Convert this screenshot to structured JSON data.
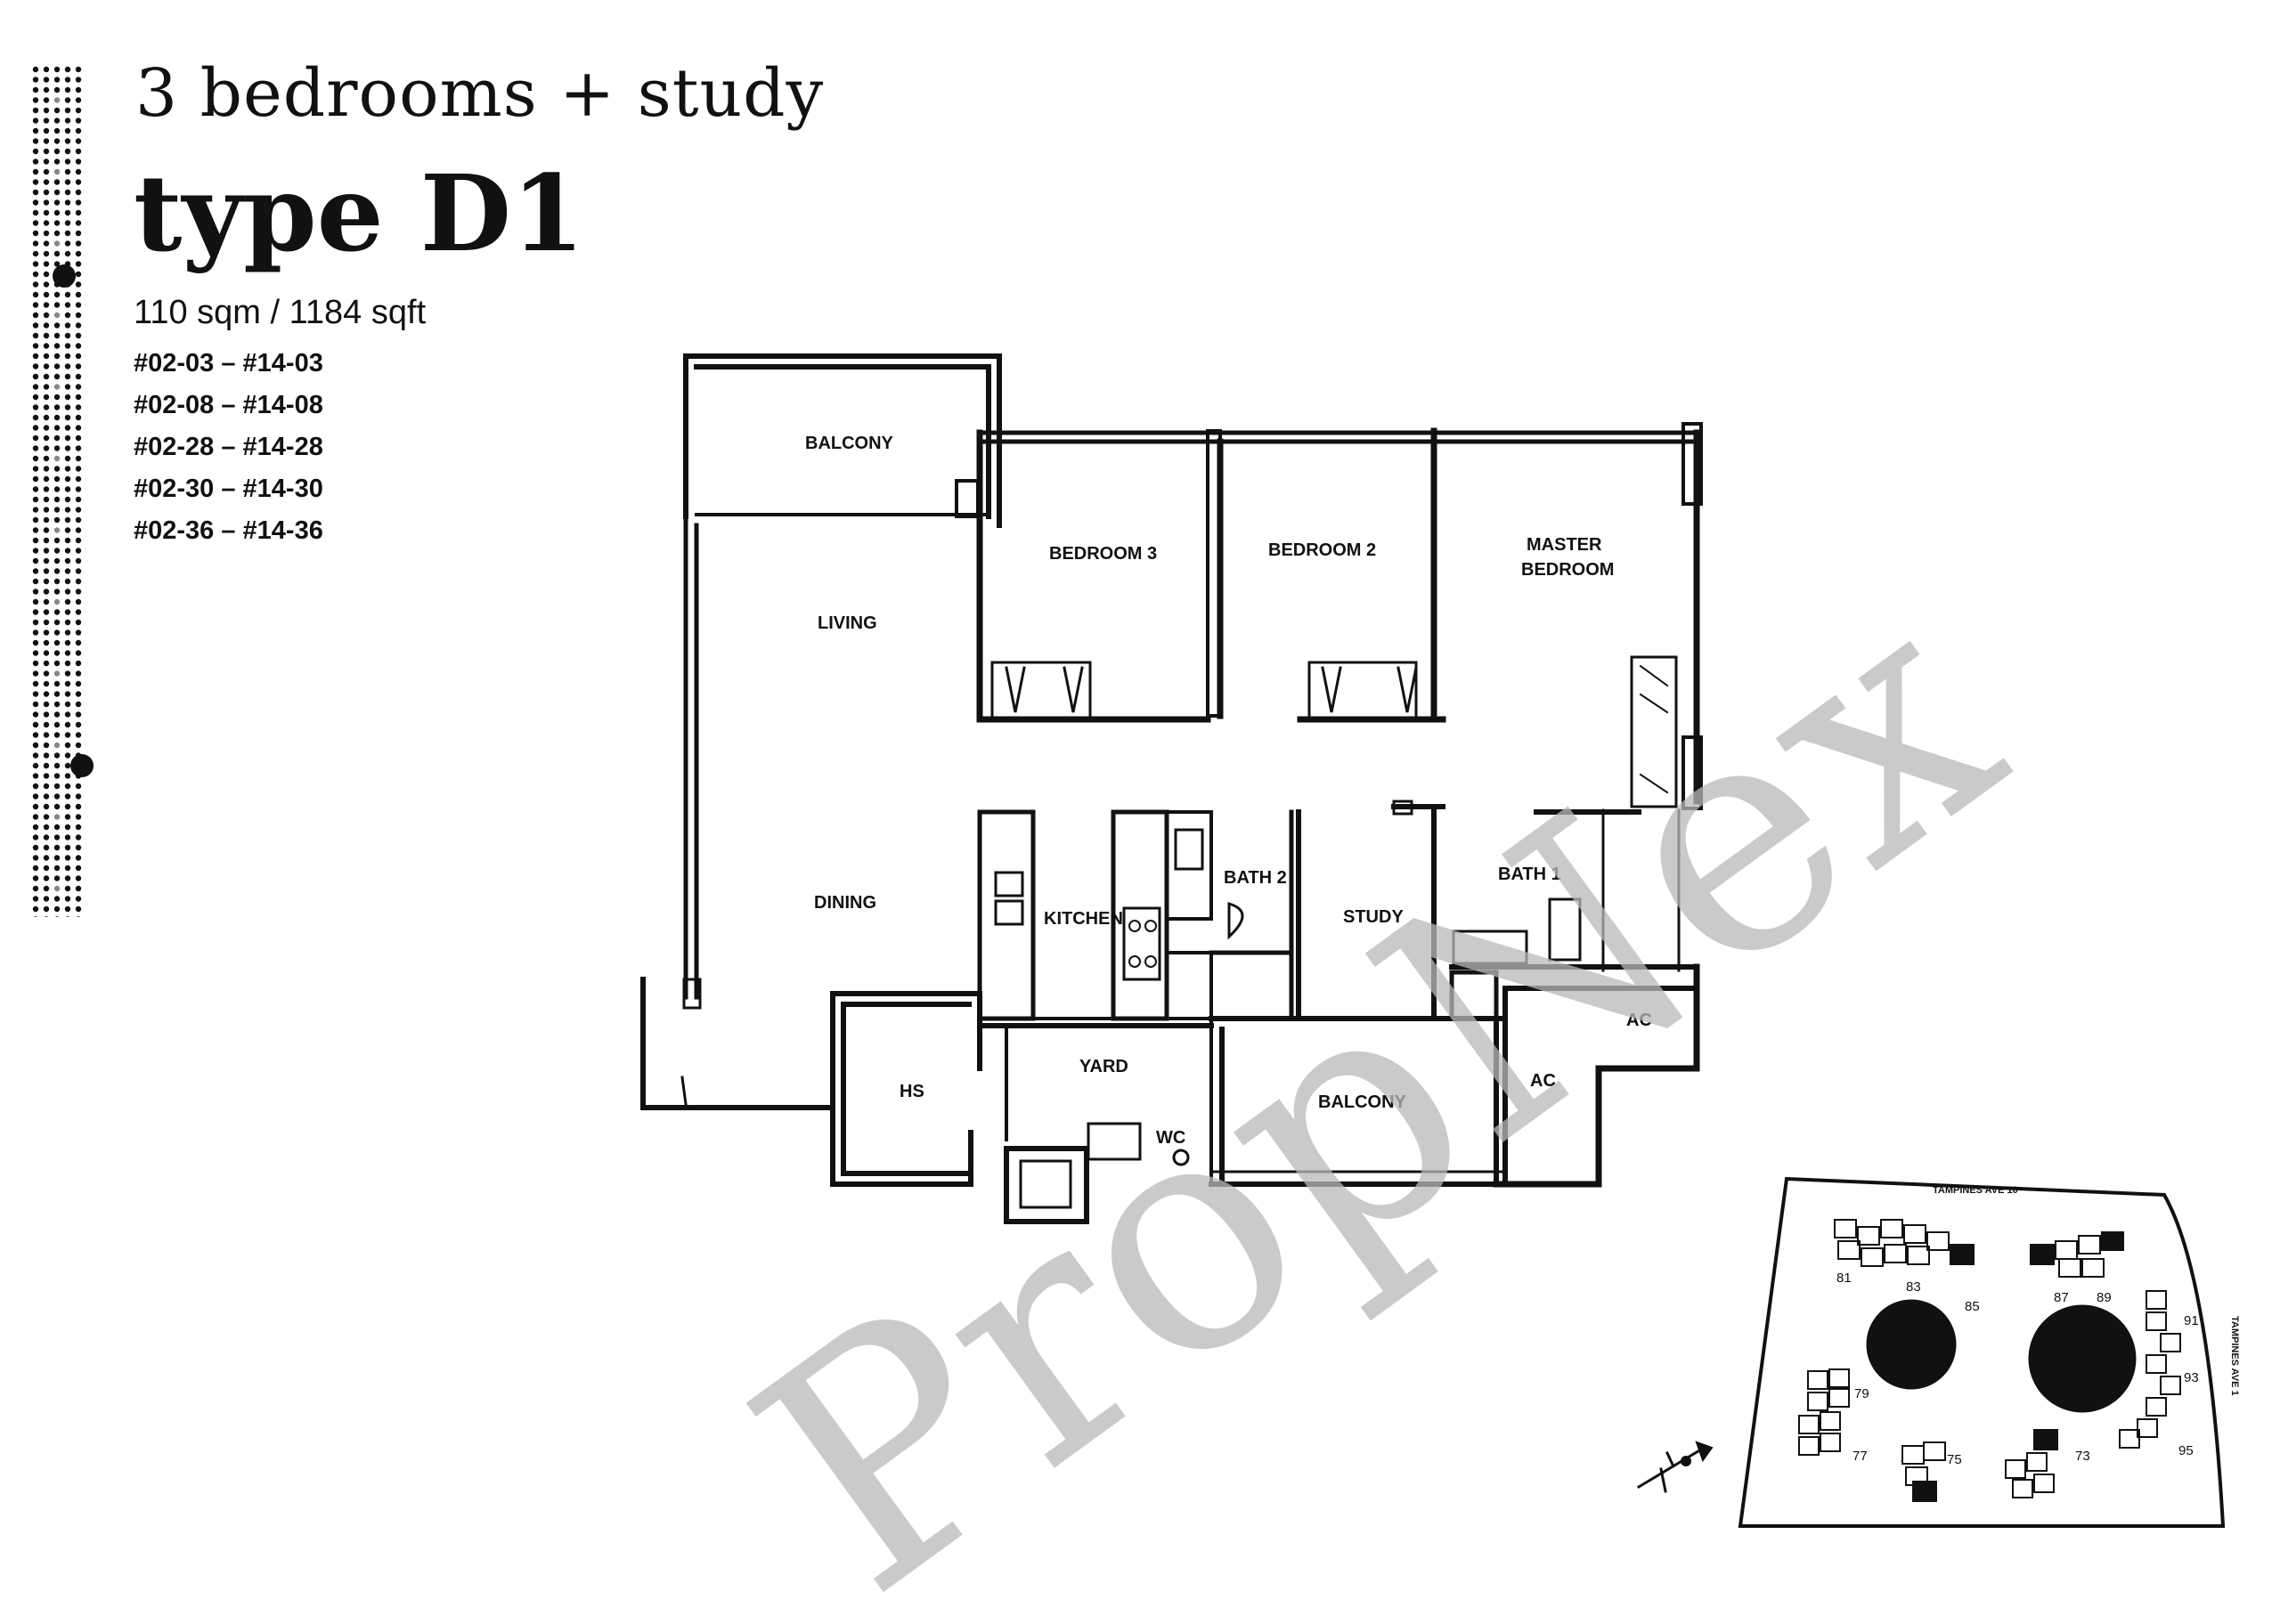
{
  "header": {
    "subtitle": "3 bedrooms + study",
    "title": "type D1",
    "area": "110 sqm / 1184 sqft",
    "units": [
      "#02-03 – #14-03",
      "#02-08 – #14-08",
      "#02-28 – #14-28",
      "#02-30 – #14-30",
      "#02-36 – #14-36"
    ]
  },
  "floorplan": {
    "rooms": {
      "balcony_top": "BALCONY",
      "bedroom3": "BEDROOM 3",
      "bedroom2": "BEDROOM 2",
      "master_line1": "MASTER",
      "master_line2": "BEDROOM",
      "living": "LIVING",
      "dining": "DINING",
      "kitchen": "KITCHEN",
      "bath2": "BATH 2",
      "study": "STUDY",
      "bath1": "BATH 1",
      "ac_upper": "AC",
      "ac_lower": "AC",
      "hs": "HS",
      "yard": "YARD",
      "wc": "WC",
      "balcony_bottom": "BALCONY"
    }
  },
  "watermark": "PropNex",
  "siteplan": {
    "road_top": "TAMPINES AVE 10",
    "road_right": "TAMPINES AVE 1",
    "block_numbers": [
      "81",
      "83",
      "85",
      "87",
      "89",
      "91",
      "93",
      "95",
      "73",
      "75",
      "77",
      "79"
    ]
  },
  "colors": {
    "ink": "#111111",
    "watermark": "#b8b8b8",
    "background": "#ffffff"
  }
}
